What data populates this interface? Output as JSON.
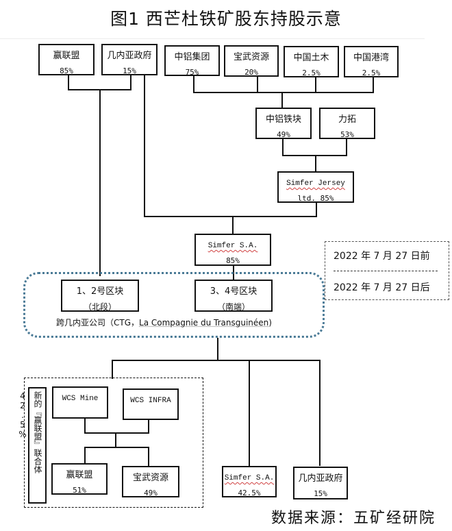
{
  "title": "图1 西芒杜铁矿股东持股示意",
  "shareholders_top": [
    {
      "name": "赢联盟",
      "pct": "85%"
    },
    {
      "name": "几内亚政府",
      "pct": "15%"
    },
    {
      "name": "中铝集团",
      "pct": "75%"
    },
    {
      "name": "宝武资源",
      "pct": "20%"
    },
    {
      "name": "中国土木",
      "pct": "2.5%"
    },
    {
      "name": "中国港湾",
      "pct": "2.5%"
    }
  ],
  "middle": [
    {
      "name": "中铝铁块",
      "pct": "49%"
    },
    {
      "name": "力拓",
      "pct": "53%"
    }
  ],
  "simfer_jersey": {
    "line1": "Simfer Jersey",
    "line2": "ltd. 85%"
  },
  "simfer_sa": {
    "name": "Simfer S.A.",
    "pct": "85%"
  },
  "blocks": [
    {
      "name": "1、2号区块",
      "sub": "（北段）"
    },
    {
      "name": "3、4号区块",
      "sub": "（南端）"
    }
  ],
  "ctg_label": {
    "prefix": "跨几内亚公司（CTG，",
    "name": "La Compagnie du Transguinéen",
    "suffix": ")"
  },
  "legend": {
    "before": "2022 年 7 月 27 日前",
    "after": "2022 年 7 月 27 日后"
  },
  "new_consortium": {
    "label": "新的『赢联盟』联合体 42.5%",
    "entities": [
      {
        "name": "WCS Mine"
      },
      {
        "name": "WCS INFRA"
      }
    ],
    "owners": [
      {
        "name": "赢联盟",
        "pct": "51%"
      },
      {
        "name": "宝武资源",
        "pct": "49%"
      }
    ]
  },
  "after_holders": [
    {
      "name": "Simfer S.A.",
      "pct": "42.5%"
    },
    {
      "name": "几内亚政府",
      "pct": "15%"
    }
  ],
  "source": "数据来源：五矿经研院"
}
